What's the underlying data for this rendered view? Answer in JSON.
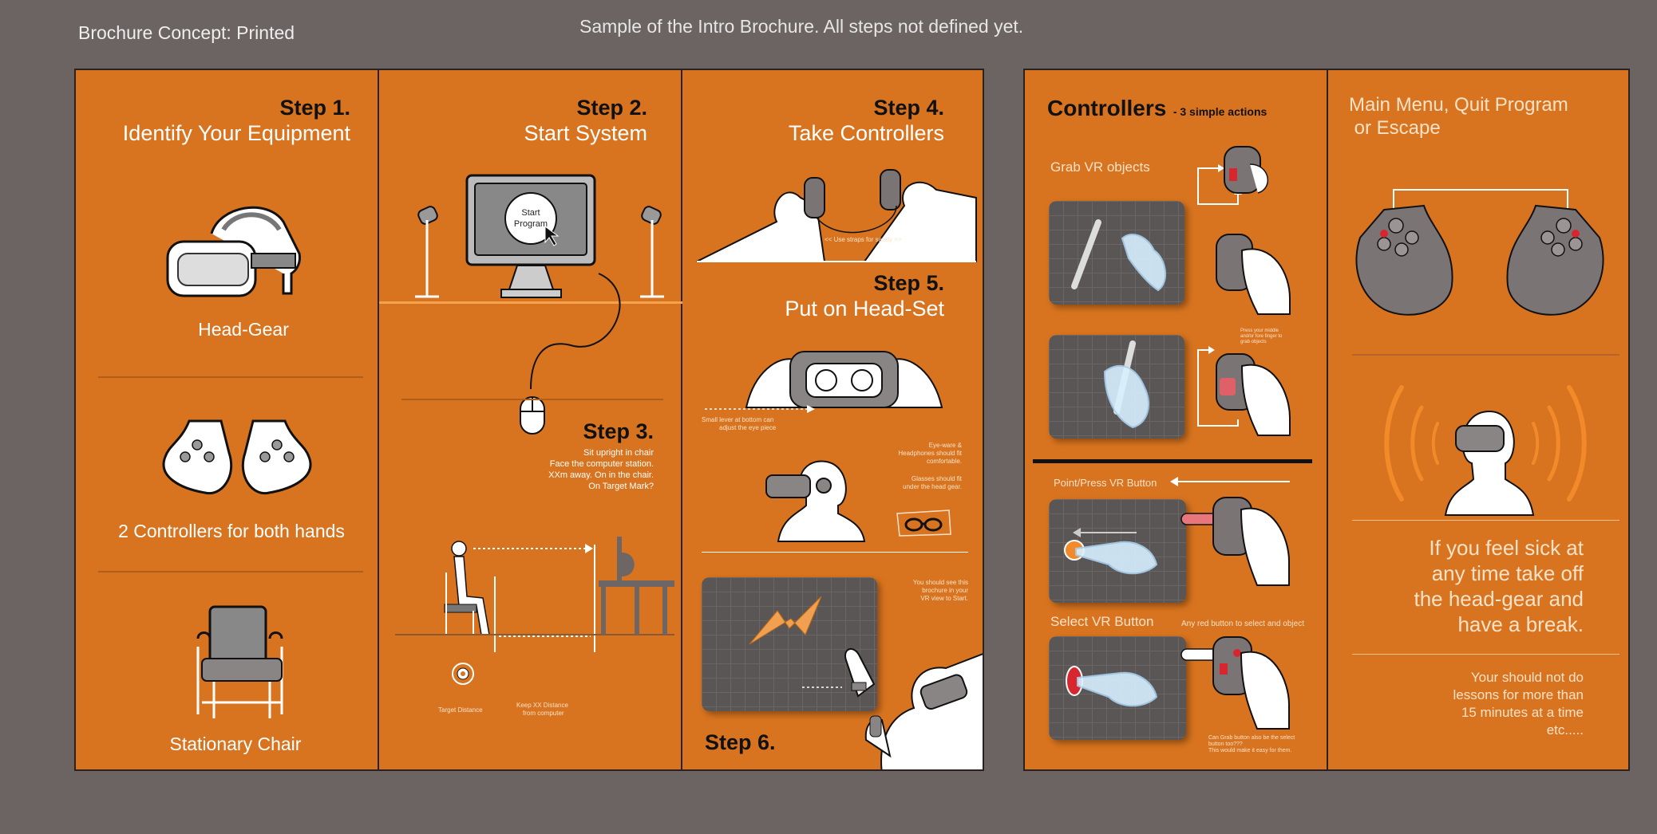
{
  "header": {
    "title": "Brochure Concept: Printed",
    "subtitle": "Sample of the Intro Brochure.  All steps not defined yet."
  },
  "left_panel": {
    "col1": {
      "step": "Step 1.",
      "title": "Identify Your Equipment",
      "items": [
        "Head-Gear",
        "2 Controllers for both hands",
        "Stationary Chair"
      ]
    },
    "col2": {
      "step2": "Step 2.",
      "title2": "Start System",
      "button_text": [
        "Start",
        "Program"
      ],
      "step3": "Step 3.",
      "instructions": [
        "Sit upright in chair",
        "Face the computer station.",
        "XXm away. On in the chair.",
        "On Target Mark?"
      ],
      "target_label": "Target Distance",
      "distance_label": [
        "Keep XX Distance",
        "from computer"
      ]
    },
    "col3": {
      "step4": "Step 4.",
      "title4": "Take Controllers",
      "strap_note": "<< Use straps for safety >>",
      "step5": "Step 5.",
      "title5": "Put on Head-Set",
      "lever_note": [
        "Small lever at bottom can",
        "adjust the eye piece"
      ],
      "fit_note": [
        "Eye-ware &",
        "Headphones should fit",
        "comfortable."
      ],
      "glasses_note": [
        "Glasses should fit",
        "under the head gear."
      ],
      "see_note": [
        "You should see this",
        "brochure in your",
        "VR view to Start."
      ],
      "step6": "Step 6."
    }
  },
  "right_panel": {
    "col1": {
      "title": "Controllers",
      "title_suffix": "- 3 simple actions",
      "grab_label": "Grab VR objects",
      "grab_note": [
        "Press your middle",
        "and/or fore finger to",
        "grab objects"
      ],
      "point_label": "Point/Press VR Button",
      "select_label": "Select VR Button",
      "select_note": "Any red button to select and object",
      "final_note": [
        "Can Grab button also be the select",
        "button too???",
        "This would make it easy for them."
      ]
    },
    "col2": {
      "title": [
        "Main Menu, Quit Program",
        " or Escape"
      ],
      "sick_msg": [
        "If you feel sick at",
        "any time take off",
        "the head-gear and",
        "have a break."
      ],
      "lesson_msg": [
        "Your should not do",
        "lessons for more than",
        "15 minutes at a time",
        "etc....."
      ]
    }
  },
  "colors": {
    "background": "#6b6462",
    "panel_orange": "#d8741f",
    "border": "#2a2220",
    "controller_gray": "#7a7574",
    "accent_red": "#d8262f",
    "glow_orange": "#f28a2a"
  },
  "icons": [
    "vr-headset-icon",
    "controller-pair-icon",
    "chair-icon",
    "monitor-icon",
    "mouse-icon",
    "speaker-icon",
    "cursor-icon",
    "target-icon",
    "glasses-icon"
  ]
}
